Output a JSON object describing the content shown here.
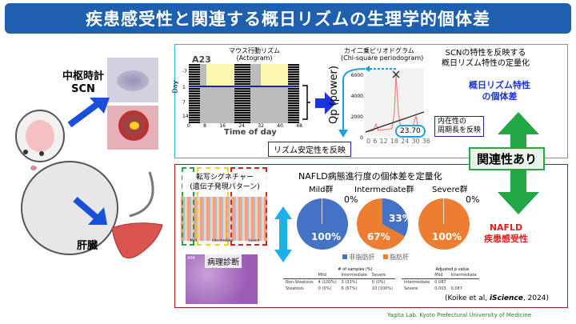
{
  "title": "疾患感受性と関連する概日リズムの生理学的個体差",
  "left": {
    "scn_label": "中枢時計\nSCN",
    "scn_line1": "中枢時計",
    "scn_line2": "SCN",
    "liver_label": "肝臓"
  },
  "actogram": {
    "title": "マウス行動リズム",
    "subtitle": "(Actogram)",
    "id": "A23",
    "ylabel": "Day",
    "yticks": [
      "-7",
      "1",
      "7",
      "14"
    ],
    "xticks": [
      "0",
      "8",
      "16",
      "24",
      "32",
      "40",
      "48"
    ],
    "xlabel": "Time of day"
  },
  "periodogram": {
    "title": "カイ二乗ピリオドグラム",
    "subtitle": "(Chi-square periodogram)",
    "ylabel": "Qp (power)",
    "yticks": [
      "6000",
      "4000",
      "2000",
      "0"
    ],
    "xticks": [
      "0",
      "6",
      "12",
      "18",
      "24",
      "30",
      "36"
    ],
    "peak": "23.70"
  },
  "rhythm_stability": "リズム安定性を反映",
  "intrinsic_period": [
    "内在性の",
    "周期長を反映"
  ],
  "scn_caption": [
    "SCNの特性を反映する",
    "概日リズム特性の定量化"
  ],
  "individual_diff": [
    "概日リズム特性",
    "の個体差"
  ],
  "correlation": "関連性あり",
  "nafld_susc": [
    "NAFLD",
    "疾患感受性"
  ],
  "signature": {
    "title": [
      "転写シグネチャー",
      "(遺伝子発現パターン)"
    ],
    "groups": [
      "Mild",
      "Intermediate",
      "Severe"
    ]
  },
  "pathology": {
    "label": "病理診断",
    "id": "A04"
  },
  "nafld_title": "NAFLD病態進行度の個体差を定量化",
  "pies": [
    {
      "label": "Mild群",
      "non_steatosis": 100,
      "steatosis": 0,
      "labels": [
        "100%",
        "0%"
      ]
    },
    {
      "label": "Intermediate群",
      "non_steatosis": 33,
      "steatosis": 67,
      "labels": [
        "33%",
        "67%"
      ]
    },
    {
      "label": "Severe群",
      "non_steatosis": 0,
      "steatosis": 100,
      "labels": [
        "0%",
        "100%"
      ]
    }
  ],
  "legend": [
    {
      "label": "非脂肪肝",
      "color": "#4472c4"
    },
    {
      "label": "脂肪肝",
      "color": "#ed7d31"
    }
  ],
  "table1": {
    "caption": "# of samples (%)",
    "headers": [
      "",
      "Mild",
      "Intermediate",
      "Severe"
    ],
    "rows": [
      [
        "Non-Steatosis",
        "4 (100%)",
        "3 (33%)",
        "0 (0%)"
      ],
      [
        "Steatosis",
        "0 (0%)",
        "6 (67%)",
        "10 (100%)"
      ]
    ]
  },
  "table2": {
    "caption": "Adjusted p value",
    "headers": [
      "",
      "Mild",
      "Intermediate"
    ],
    "rows": [
      [
        "Intermediate",
        "0.087",
        ""
      ],
      [
        "Severe",
        "0.003",
        "0.087"
      ]
    ]
  },
  "citation_pre": "(Koike et al, ",
  "citation_journal": "iScience",
  "citation_post": ", 2024)",
  "footer": "Yagita Lab. Kyoto Prefectural University of Medicine"
}
